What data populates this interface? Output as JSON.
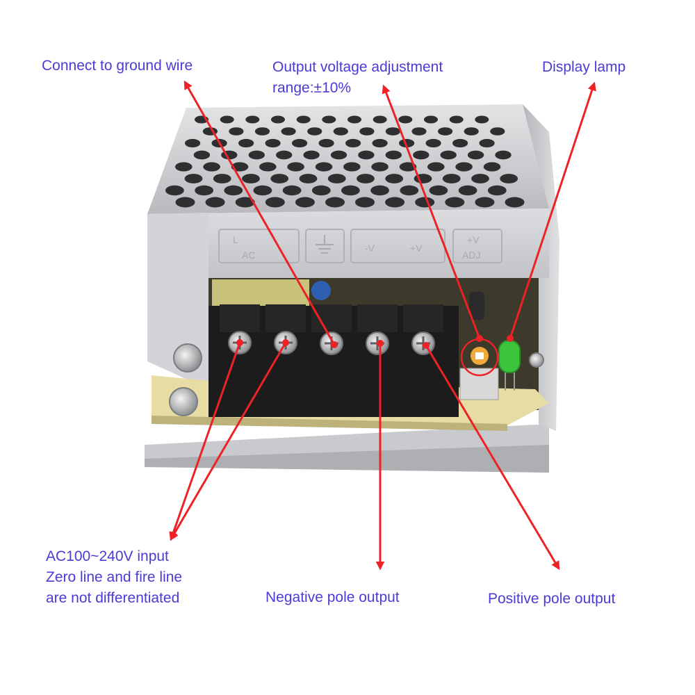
{
  "labels": {
    "ground": "Connect to ground wire",
    "adjust_line1": "Output voltage adjustment",
    "adjust_line2": "range:±10%",
    "lamp": "Display lamp",
    "ac_line1": "AC100~240V input",
    "ac_line2": "Zero line and fire line",
    "ac_line3": "are not differentiated",
    "negative": "Negative pole output",
    "positive": "Positive pole output"
  },
  "terminal_markings": {
    "l": "L",
    "ac": "AC",
    "v_minus": "-V",
    "v_plus": "+V",
    "adj_v": "+V",
    "adj": "ADJ"
  },
  "colors": {
    "label_text": "#4b3bd6",
    "arrow": "#ec2227",
    "case_metal": "#cfd0d2",
    "pcb": "#e6dca4",
    "terminal_block": "#1c1c1c",
    "led": "#3cc43c",
    "potentiometer": "#f2a93b"
  },
  "icons": [
    "ground-symbol-icon",
    "screw-icon",
    "led-icon",
    "potentiometer-icon"
  ]
}
